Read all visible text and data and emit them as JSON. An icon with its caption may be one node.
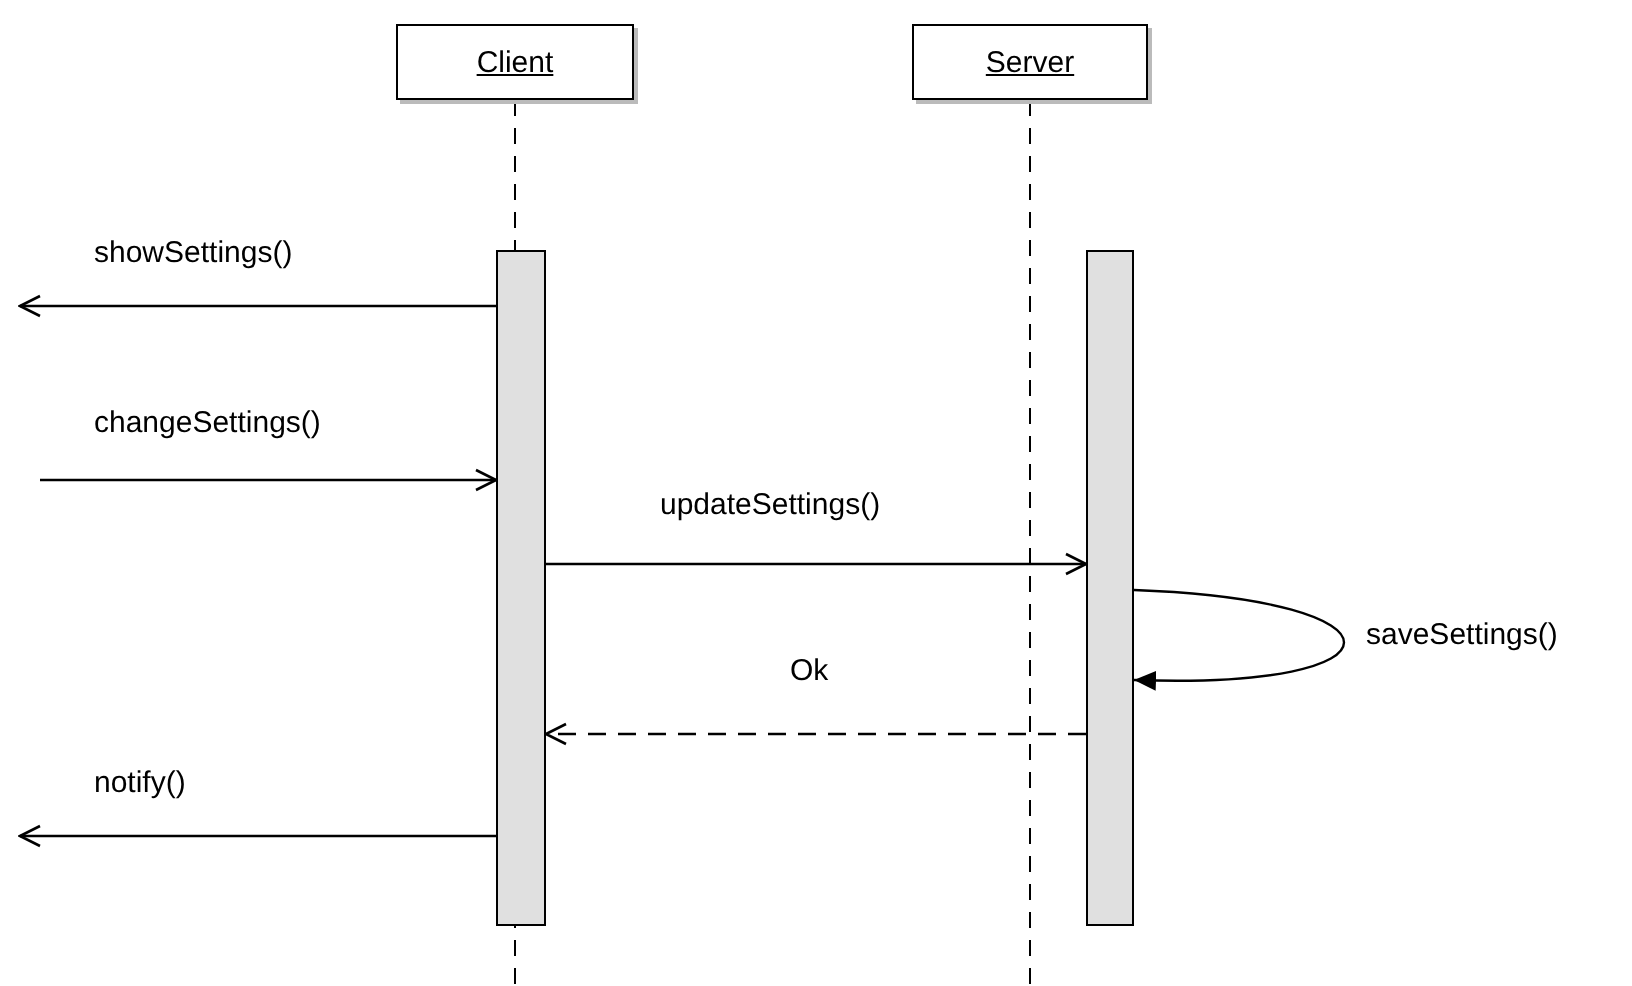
{
  "diagram": {
    "nodes": [
      {
        "text": [
          "Client"
        ]
      },
      {
        "text": [
          "Server"
        ]
      },
      {
        "text": [],
        "shape": "bar"
      },
      {
        "text": [],
        "shape": "bar"
      }
    ],
    "edges": [
      {
        "from": 2,
        "to": null,
        "arrow": "to",
        "label": "showSettings()"
      },
      {
        "from": null,
        "to": 2,
        "arrow": "to",
        "label": "changeSettings()"
      },
      {
        "from": 2,
        "to": 3,
        "arrow": "to",
        "label": "updateSettings()"
      },
      {
        "from": 3,
        "to": 3,
        "arrow": "to",
        "label": "saveSettings()"
      },
      {
        "from": 3,
        "to": 2,
        "arrow": "to",
        "label": "Ok",
        "style": "dashed"
      },
      {
        "from": 2,
        "to": null,
        "arrow": "to",
        "label": "notify()"
      }
    ]
  }
}
